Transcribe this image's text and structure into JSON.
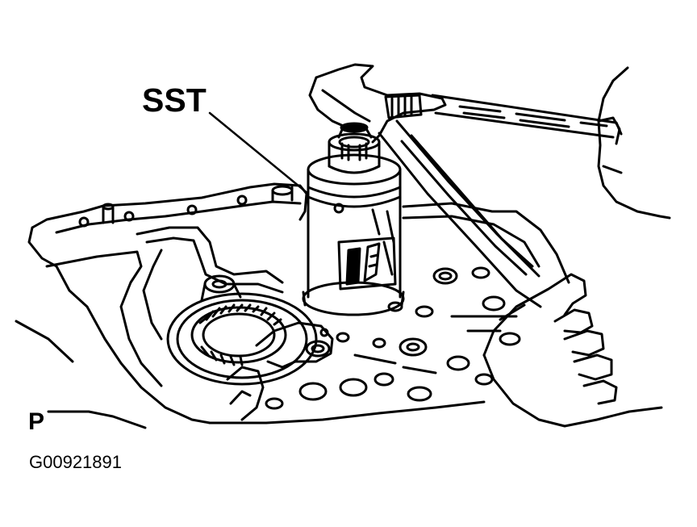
{
  "figure": {
    "callout_label": "SST",
    "view_label": "P",
    "figure_code": "G00921891"
  }
}
